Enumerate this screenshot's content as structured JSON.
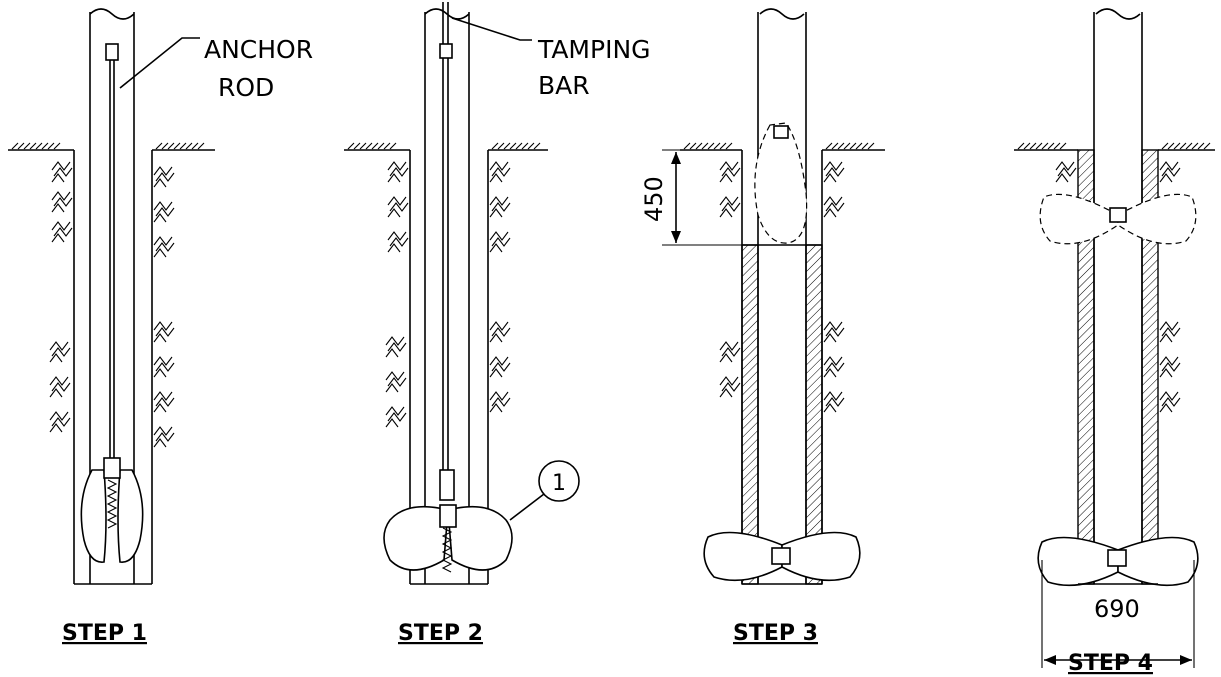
{
  "steps": [
    {
      "caption": "STEP 1",
      "label_lines": [
        "ANCHOR",
        "ROD"
      ]
    },
    {
      "caption": "STEP 2",
      "label_lines": [
        "TAMPING",
        "BAR"
      ],
      "callout": "1"
    },
    {
      "caption": "STEP 3",
      "dimension": "450"
    },
    {
      "caption": "STEP 4",
      "dimension": "690"
    }
  ]
}
